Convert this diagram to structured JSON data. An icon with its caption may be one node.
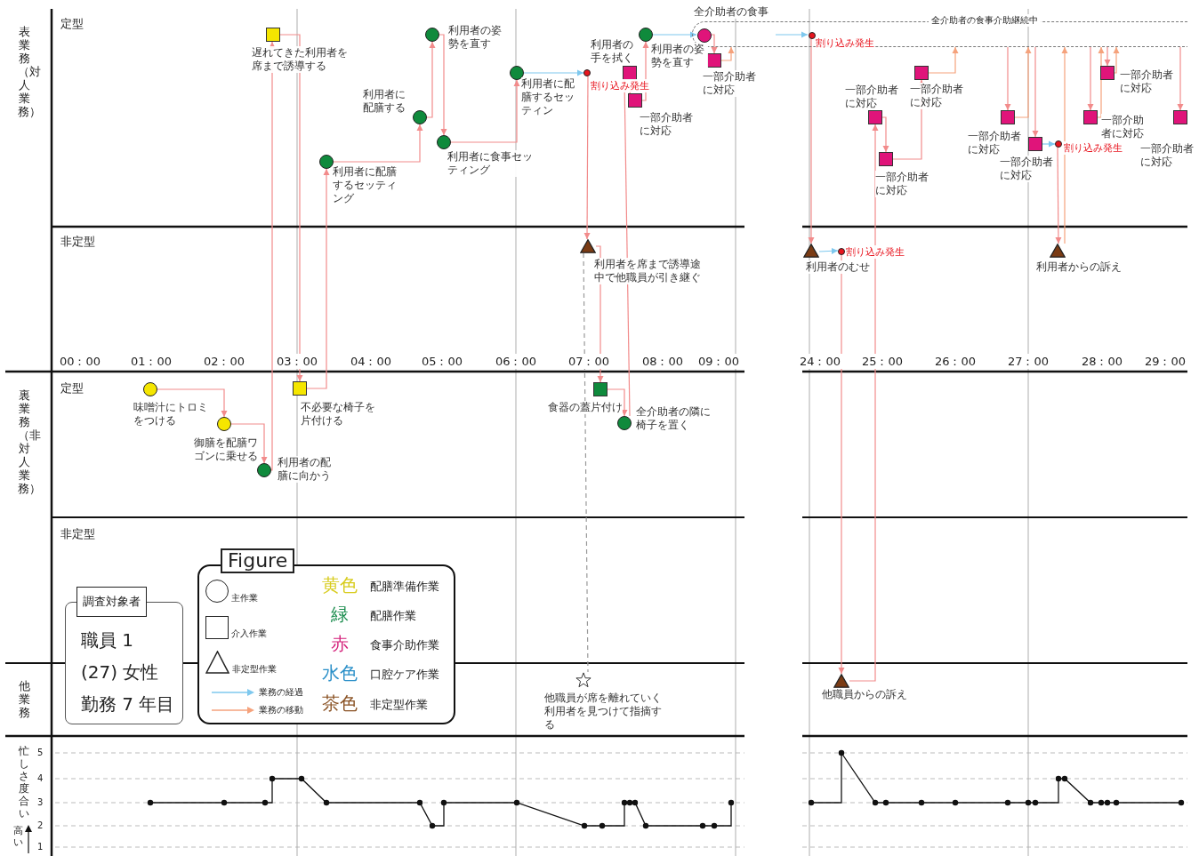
{
  "diagram": {
    "nodes": [
      {
        "text": [],
        "shape": "box",
        "beside": [
          "遅れてきた利用者を席まで誘導する"
        ]
      },
      {
        "text": [],
        "shape": "circle",
        "beside": [
          "利用者に配膳するセッティング"
        ]
      },
      {
        "text": [],
        "shape": "circle",
        "beside": [
          "利用者に配膳する"
        ]
      },
      {
        "text": [],
        "shape": "circle",
        "beside": [
          "利用者の姿勢を直す"
        ]
      },
      {
        "text": [],
        "shape": "circle",
        "beside": [
          "利用者に食事セッティング"
        ]
      },
      {
        "text": [],
        "shape": "circle",
        "beside": [
          "利用者に配膳するセッティン"
        ]
      },
      {
        "text": [],
        "shape": "circle",
        "beside": [
          "割り込み発生"
        ]
      },
      {
        "text": [],
        "shape": "box",
        "beside": [
          "利用者の手を拭く"
        ]
      },
      {
        "text": [],
        "shape": "box",
        "beside": [
          "一部介助者に対応"
        ]
      },
      {
        "text": [],
        "shape": "circle",
        "beside": [
          "利用者の姿勢を直す"
        ]
      },
      {
        "text": [],
        "shape": "circle",
        "beside": [
          "全介助者の食事"
        ],
        "in": 21
      },
      {
        "text": [],
        "shape": "box",
        "beside": [
          "一部介助者に対応"
        ]
      },
      {
        "text": [],
        "shape": "triangle",
        "beside": [
          "利用者を席まで誘導途中で他職員が引き継ぐ"
        ]
      },
      {
        "text": [],
        "shape": "circle",
        "beside": [
          "味噌汁にトロミをつける"
        ]
      },
      {
        "text": [],
        "shape": "circle",
        "beside": [
          "御膳を配膳ワゴンに乗せる"
        ]
      },
      {
        "text": [],
        "shape": "circle",
        "beside": [
          "利用者の配膳に向かう"
        ]
      },
      {
        "text": [],
        "shape": "box",
        "beside": [
          "不必要な椅子を片付ける"
        ]
      },
      {
        "text": [],
        "shape": "box",
        "beside": [
          "食器の蓋片付け"
        ]
      },
      {
        "text": [],
        "shape": "circle",
        "beside": [
          "全介助者の隣に椅子を置く"
        ]
      },
      {
        "text": [],
        "shape": "star",
        "beside": [
          "他職員が席を離れていく利用者を見つけて指摘する"
        ]
      },
      {
        "text": [],
        "shape": "circle",
        "beside": [
          "割り込み発生"
        ],
        "in": 21
      },
      {
        "text": [
          "全介助者の食事介助継続中"
        ]
      },
      {
        "text": [],
        "shape": "box",
        "beside": [
          "一部介助者に対応"
        ]
      },
      {
        "text": [],
        "shape": "box",
        "beside": [
          "一部介助者に対応"
        ]
      },
      {
        "text": [],
        "shape": "box",
        "beside": [
          "一部介助者に対応"
        ]
      },
      {
        "text": [],
        "shape": "box",
        "beside": [
          "一部介助者に対応"
        ]
      },
      {
        "text": [],
        "shape": "box",
        "beside": [
          "一部介助者に対応"
        ]
      },
      {
        "text": [],
        "shape": "circle",
        "beside": [
          "割り込み発生"
        ]
      },
      {
        "text": [],
        "shape": "box",
        "beside": [
          "一部介助者に対応"
        ]
      },
      {
        "text": [],
        "shape": "box",
        "beside": [
          "一部介助者に対応"
        ]
      },
      {
        "text": [],
        "shape": "box",
        "beside": [
          "一部介助者に対応"
        ]
      },
      {
        "text": [],
        "shape": "triangle",
        "beside": [
          "利用者のむせ"
        ]
      },
      {
        "text": [],
        "shape": "circle",
        "beside": [
          "割り込み発生"
        ]
      },
      {
        "text": [],
        "shape": "triangle",
        "beside": [
          "利用者からの訴え"
        ]
      },
      {
        "text": [],
        "shape": "triangle",
        "beside": [
          "他職員からの訴え"
        ]
      },
      {
        "text": [
          "調査対象者",
          "職員 1",
          "(27) 女性",
          "勤務 7 年目"
        ]
      },
      {
        "text": [
          "Figure"
        ]
      }
    ],
    "edges": [
      {
        "from": 13,
        "to": 14,
        "arrow": "to"
      },
      {
        "from": 14,
        "to": 15,
        "arrow": "to"
      },
      {
        "from": 15,
        "to": 0,
        "arrow": "to"
      },
      {
        "from": 0,
        "to": 16,
        "arrow": "to"
      },
      {
        "from": 16,
        "to": 1,
        "arrow": "to"
      },
      {
        "from": 1,
        "to": 2,
        "arrow": "to"
      },
      {
        "from": 2,
        "to": 3,
        "arrow": "to"
      },
      {
        "from": 3,
        "to": 4,
        "arrow": "to"
      },
      {
        "from": 4,
        "to": 5,
        "arrow": "to"
      },
      {
        "from": 5,
        "to": 6,
        "arrow": "to",
        "color": "#7ec8ee"
      },
      {
        "from": 6,
        "to": 12,
        "arrow": "to"
      },
      {
        "from": 12,
        "to": 17,
        "arrow": "to"
      },
      {
        "from": 12,
        "to": 19,
        "arrow": "none",
        "style": "dashed",
        "color": "#999999"
      },
      {
        "from": 17,
        "to": 18,
        "arrow": "to"
      },
      {
        "from": 18,
        "to": 7,
        "arrow": "to"
      },
      {
        "from": 7,
        "to": 8,
        "arrow": "to"
      },
      {
        "from": 8,
        "to": 9,
        "arrow": "to"
      },
      {
        "from": 9,
        "to": 10,
        "arrow": "to",
        "color": "#7ec8ee"
      },
      {
        "from": 10,
        "to": 11,
        "arrow": "to"
      },
      {
        "from": 11,
        "to": 21,
        "arrow": "to",
        "color": "#f5a27c"
      },
      {
        "from": null,
        "to": 20,
        "arrow": "to",
        "color": "#7ec8ee"
      },
      {
        "from": 20,
        "to": 31,
        "arrow": "to"
      },
      {
        "from": 31,
        "to": 32,
        "arrow": "to",
        "color": "#7ec8ee"
      },
      {
        "from": 32,
        "to": 34,
        "arrow": "to"
      },
      {
        "from": 34,
        "to": 22,
        "arrow": "to"
      },
      {
        "from": 22,
        "to": 23,
        "arrow": "to"
      },
      {
        "from": 23,
        "to": 24,
        "arrow": "to"
      },
      {
        "from": 24,
        "to": 21,
        "arrow": "to",
        "color": "#f5a27c"
      },
      {
        "from": 21,
        "to": 25,
        "arrow": "to"
      },
      {
        "from": 25,
        "to": 21,
        "arrow": "to",
        "color": "#f5a27c"
      },
      {
        "from": 21,
        "to": 26,
        "arrow": "to"
      },
      {
        "from": 26,
        "to": 27,
        "arrow": "to",
        "color": "#7ec8ee"
      },
      {
        "from": 27,
        "to": 33,
        "arrow": "to"
      },
      {
        "from": 33,
        "to": 21,
        "arrow": "to",
        "color": "#f5a27c"
      },
      {
        "from": 21,
        "to": 28,
        "arrow": "to"
      },
      {
        "from": 28,
        "to": 21,
        "arrow": "to",
        "color": "#f5a27c"
      },
      {
        "from": 21,
        "to": 29,
        "arrow": "to"
      },
      {
        "from": 29,
        "to": 21,
        "arrow": "to",
        "color": "#f5a27c"
      },
      {
        "from": 21,
        "to": 30,
        "arrow": "to"
      }
    ],
    "labels": [
      "表業務（対人業務）",
      "定型",
      "非定型",
      "00：00",
      "01：00",
      "02：00",
      "03：00",
      "04：00",
      "05：00",
      "06：00",
      "07：00",
      "08：00",
      "09：00",
      "24：00",
      "25：00",
      "26：00",
      "27：00",
      "28：00",
      "29：00",
      "裏業務（非対人業務）",
      "定型",
      "非定型",
      "他業務",
      "黄色",
      "緑",
      "赤",
      "水色",
      "茶色",
      "忙しさ度合い",
      "5",
      "4",
      "3",
      "2",
      "1",
      "高い"
    ],
    "legend": [
      {
        "text": "主作業"
      },
      {
        "text": "介入作業"
      },
      {
        "text": "非定型作業"
      },
      {
        "text": "業務の経過"
      },
      {
        "text": "業務の移動"
      },
      {
        "text": "配膳準備作業",
        "color": "#d8cc1e"
      },
      {
        "text": "配膳作業",
        "color": "#168a4a"
      },
      {
        "text": "食事介助作業",
        "color": "#d4207a"
      },
      {
        "text": "口腔ケア作業",
        "color": "#2a8fc8"
      },
      {
        "text": "非定型作業",
        "color": "#8a5224"
      }
    ]
  }
}
